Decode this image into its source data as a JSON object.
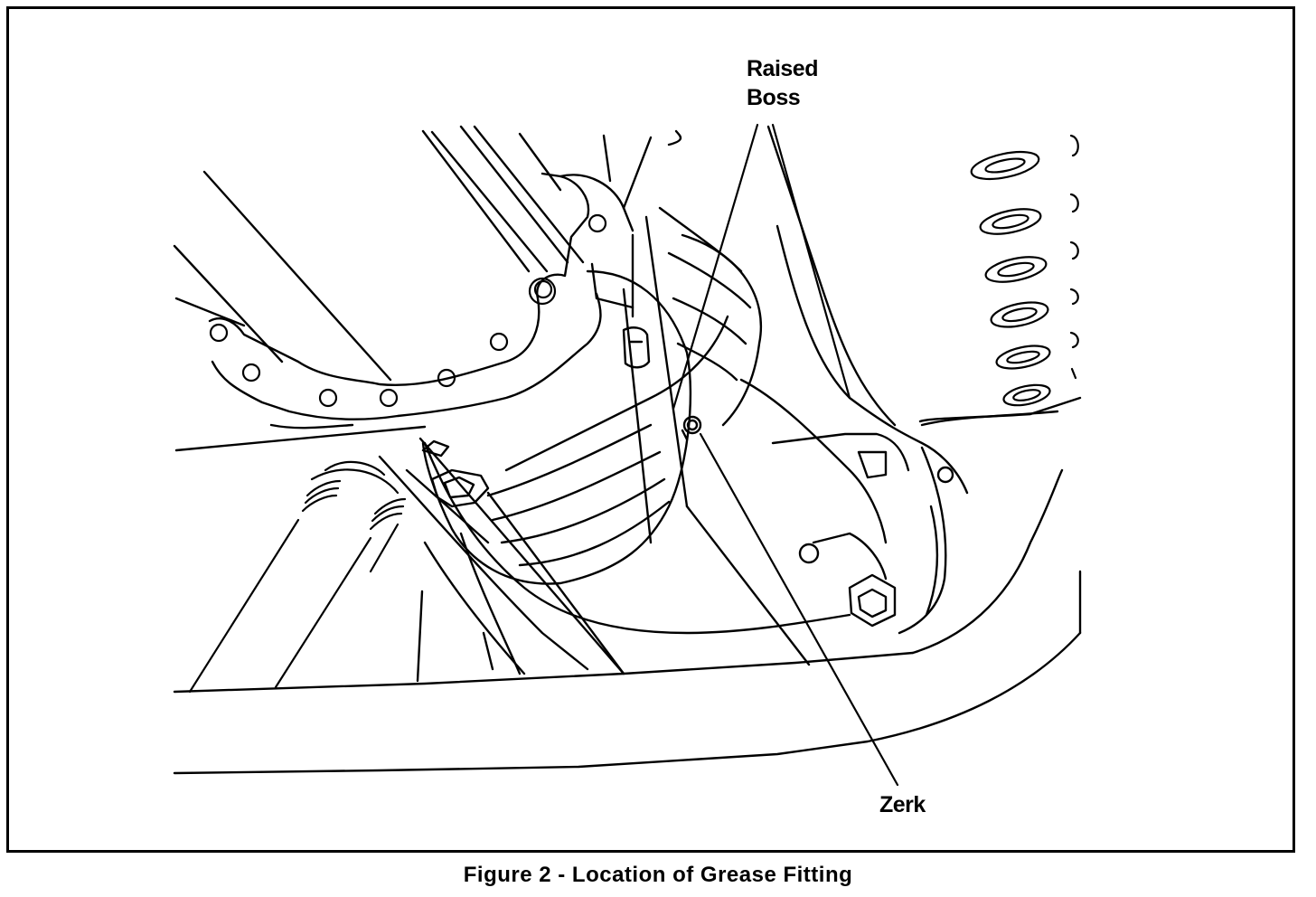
{
  "figure": {
    "callouts": {
      "raised_boss": [
        "Raised",
        "Boss"
      ],
      "zerk": "Zerk"
    },
    "caption": "Figure 2 - Location of Grease Fitting"
  }
}
